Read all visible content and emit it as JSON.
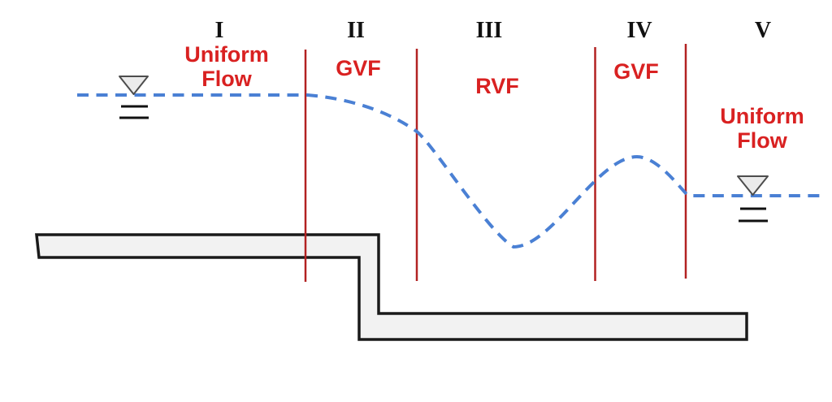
{
  "diagram": {
    "zones": [
      {
        "numeral": "I",
        "lines": [
          "Uniform",
          "Flow"
        ]
      },
      {
        "numeral": "II",
        "lines": [
          "GVF"
        ]
      },
      {
        "numeral": "III",
        "lines": [
          "RVF"
        ]
      },
      {
        "numeral": "IV",
        "lines": [
          "GVF"
        ]
      },
      {
        "numeral": "V",
        "lines": [
          "Uniform",
          "Flow"
        ]
      }
    ],
    "colors": {
      "label_red": "#d92121",
      "divider_red": "#b22222",
      "water_blue": "#4a80d4",
      "bed_fill": "#f2f2f2",
      "bed_stroke": "#1a1a1a",
      "numeral_black": "#111111",
      "marker_fill": "#ebebeb",
      "marker_stroke": "#4d4d4d"
    }
  }
}
